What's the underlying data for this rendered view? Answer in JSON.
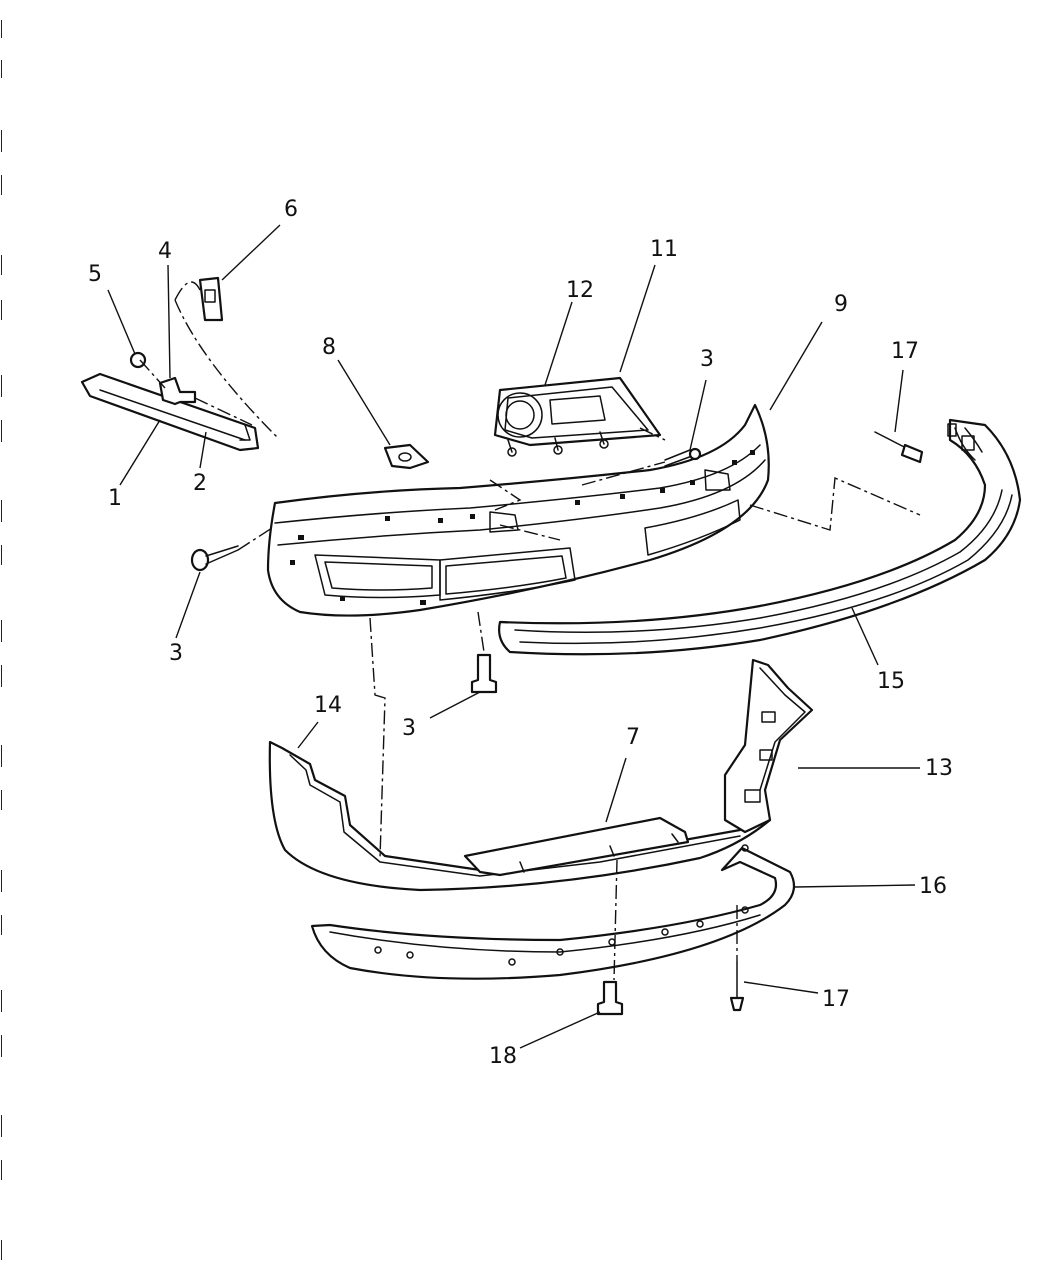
{
  "callouts": [
    {
      "id": "c1",
      "text": "1"
    },
    {
      "id": "c2",
      "text": "2"
    },
    {
      "id": "c3a",
      "text": "3"
    },
    {
      "id": "c3b",
      "text": "3"
    },
    {
      "id": "c3c",
      "text": "3"
    },
    {
      "id": "c4",
      "text": "4"
    },
    {
      "id": "c5",
      "text": "5"
    },
    {
      "id": "c6",
      "text": "6"
    },
    {
      "id": "c7",
      "text": "7"
    },
    {
      "id": "c8",
      "text": "8"
    },
    {
      "id": "c9",
      "text": "9"
    },
    {
      "id": "c11",
      "text": "11"
    },
    {
      "id": "c12",
      "text": "12"
    },
    {
      "id": "c13",
      "text": "13"
    },
    {
      "id": "c14",
      "text": "14"
    },
    {
      "id": "c15",
      "text": "15"
    },
    {
      "id": "c16",
      "text": "16"
    },
    {
      "id": "c17a",
      "text": "17"
    },
    {
      "id": "c17b",
      "text": "17"
    },
    {
      "id": "c18",
      "text": "18"
    }
  ]
}
